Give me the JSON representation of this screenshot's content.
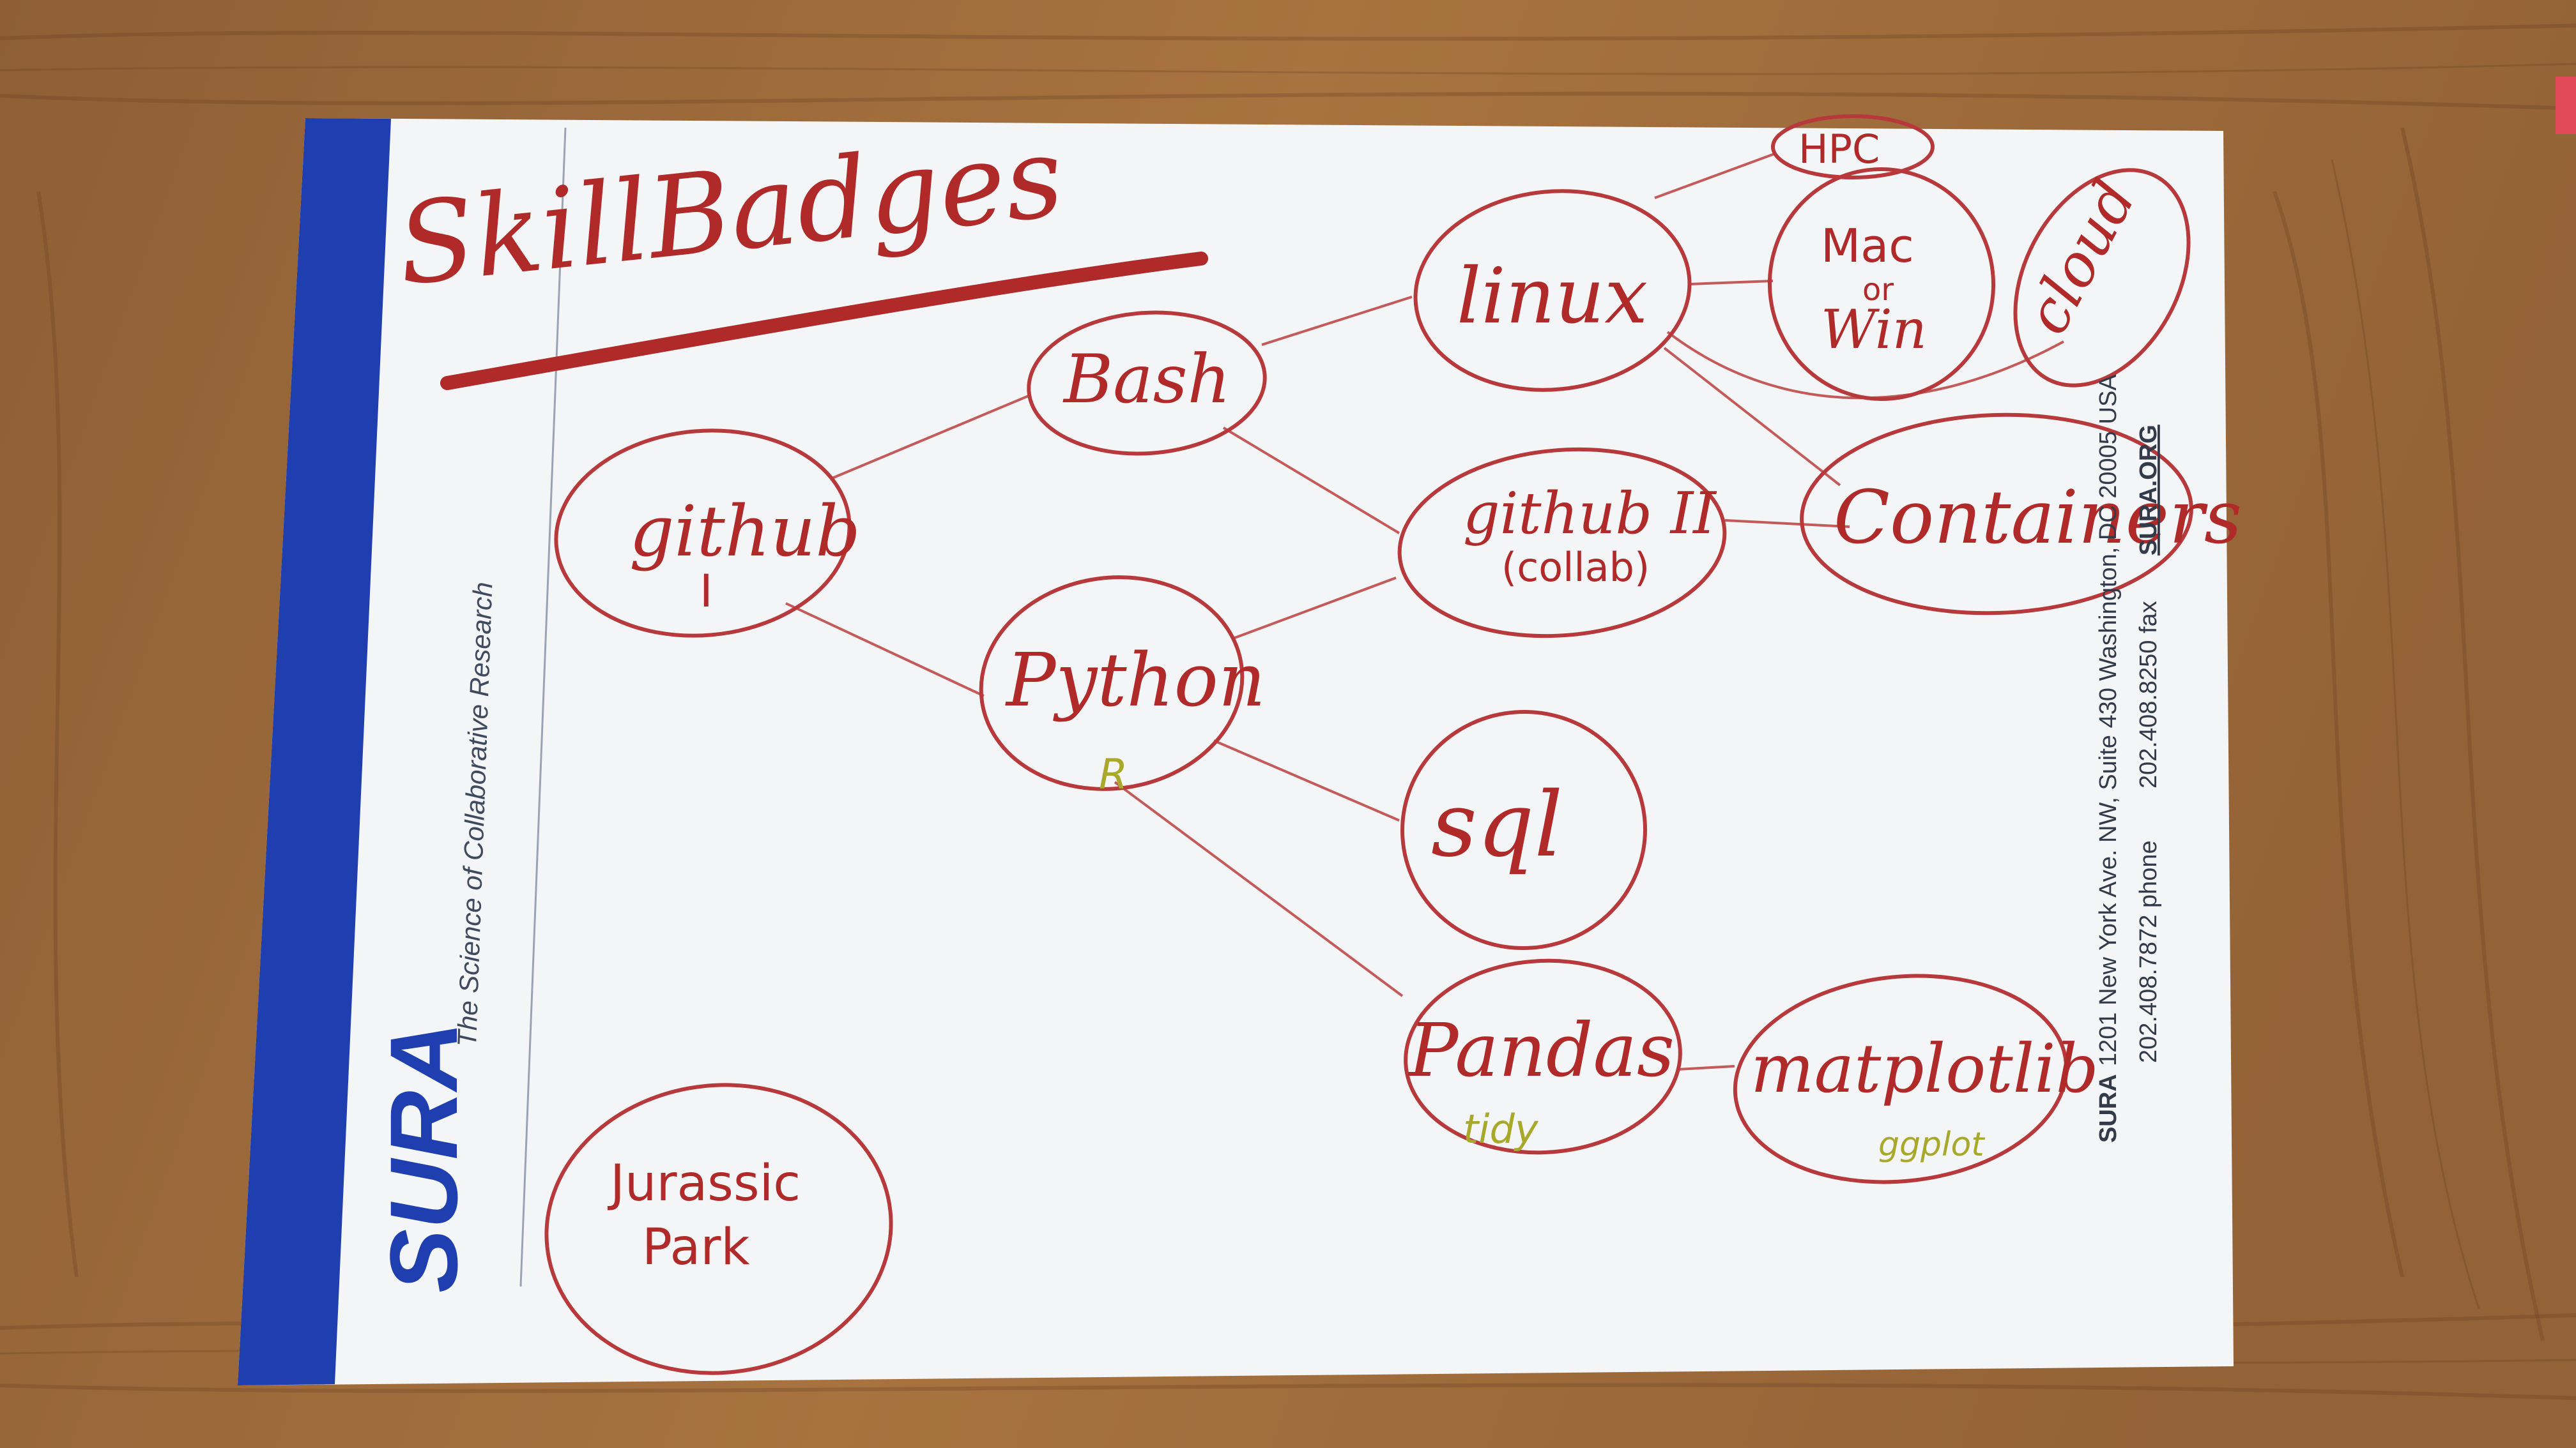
{
  "photo": {
    "heading": "SkillBadges",
    "nodes": {
      "github1": {
        "label": "github",
        "sub": "I"
      },
      "bash": {
        "label": "Bash"
      },
      "python": {
        "label": "Python",
        "note": "R"
      },
      "linux": {
        "label": "linux"
      },
      "github2": {
        "label": "github II",
        "sub": "(collab)"
      },
      "sql": {
        "label": "sql"
      },
      "pandas": {
        "label": "Pandas",
        "note": "tidy"
      },
      "matplotlib": {
        "label": "matplotlib",
        "note": "ggplot"
      },
      "hpc": {
        "label": "HPC"
      },
      "macwin": {
        "label": "Mac",
        "sub1": "or",
        "sub2": "Win"
      },
      "cloud": {
        "label": "cloud"
      },
      "containers": {
        "label": "Containers"
      },
      "jurassic": {
        "label": "Jurassic",
        "sub": "Park"
      }
    },
    "card": {
      "logo": "SURA",
      "tagline": "The Science of Collaborative Research",
      "org_name": "SURA",
      "address": "1201 New York Ave. NW, Suite 430 Washington, DC 20005 USA",
      "phone": "202.408.7872 phone",
      "fax": "202.408.8250 fax",
      "website": "SURA.ORG"
    },
    "colors": {
      "crayon_red": "#b8393c",
      "yellow_note": "#a8a82a",
      "card_blue_band": "#1f3fb0",
      "card_paper": "#f3f5f7",
      "wood": "#9a6a3e"
    }
  }
}
